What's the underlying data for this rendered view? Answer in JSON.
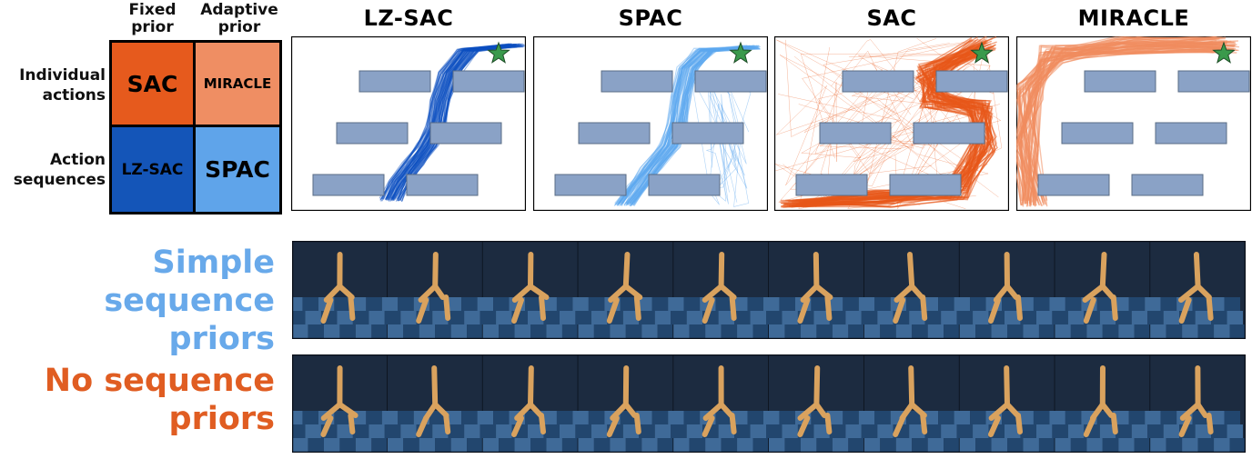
{
  "legend": {
    "col_headers": [
      "Fixed prior",
      "Adaptive prior"
    ],
    "row_headers": [
      "Individual actions",
      "Action sequences"
    ],
    "cells": [
      {
        "label": "SAC",
        "color": "#e65a1d"
      },
      {
        "label": "MIRACLE",
        "color": "#ef8e63"
      },
      {
        "label": "LZ-SAC",
        "color": "#1455b8"
      },
      {
        "label": "SPAC",
        "color": "#5fa4ea"
      }
    ]
  },
  "panels": [
    {
      "title": "LZ-SAC",
      "color": "#0e4fc2",
      "style": "narrow"
    },
    {
      "title": "SPAC",
      "color": "#5ea8f0",
      "style": "narrow"
    },
    {
      "title": "SAC",
      "color": "#e8581a",
      "style": "wide"
    },
    {
      "title": "MIRACLE",
      "color": "#f08c5e",
      "style": "wide"
    }
  ],
  "rows": [
    {
      "label": "Simple sequence priors",
      "color": "#68a9ea",
      "frames": 10
    },
    {
      "label": "No sequence priors",
      "color": "#e05d22",
      "frames": 10
    }
  ],
  "colors": {
    "obstacle_fill": "#8aa2c6",
    "obstacle_stroke": "#5a6c85",
    "goal_star": "#3a9a4c",
    "floor_light": "#3f6a98",
    "floor_dark": "#22466e",
    "sky": "#1c2b40",
    "walker": "#d9a25e"
  }
}
